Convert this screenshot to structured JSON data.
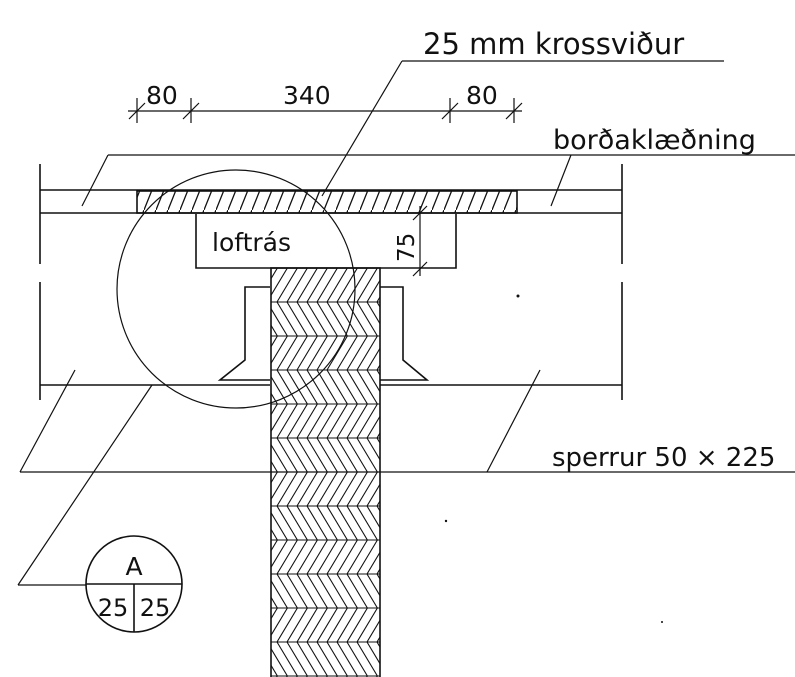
{
  "labels": {
    "plywood": "25 mm krossviður",
    "boarding": "borðaklæðning",
    "duct": "loftrás",
    "rafters": "sperrur  50 × 225",
    "duct_depth": "75"
  },
  "dimensions": {
    "left_width": "80",
    "middle_width": "340",
    "right_width": "80"
  },
  "detail_marker": {
    "letter": "A",
    "left_number": "25",
    "right_number": "25"
  }
}
